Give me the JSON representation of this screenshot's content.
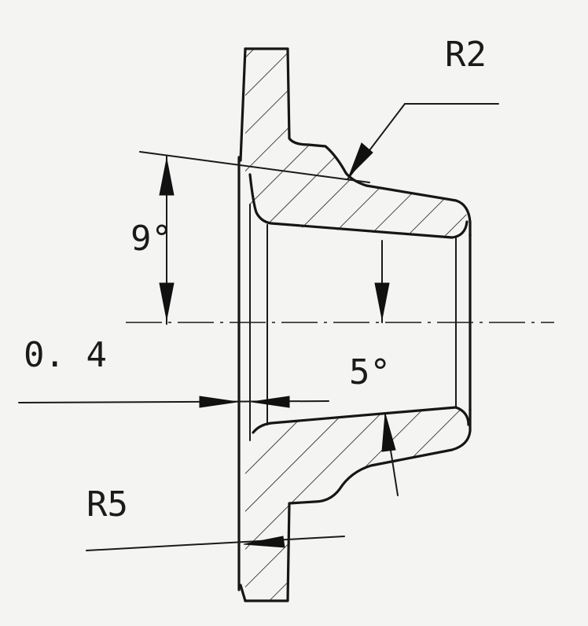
{
  "drawing": {
    "labels": {
      "r2": "R2",
      "r5": "R5",
      "angle_top": "9°",
      "angle_inner": "5°",
      "thickness": "0. 4"
    },
    "colors": {
      "paper": "#f4f4f2",
      "ink": "#161616"
    }
  }
}
